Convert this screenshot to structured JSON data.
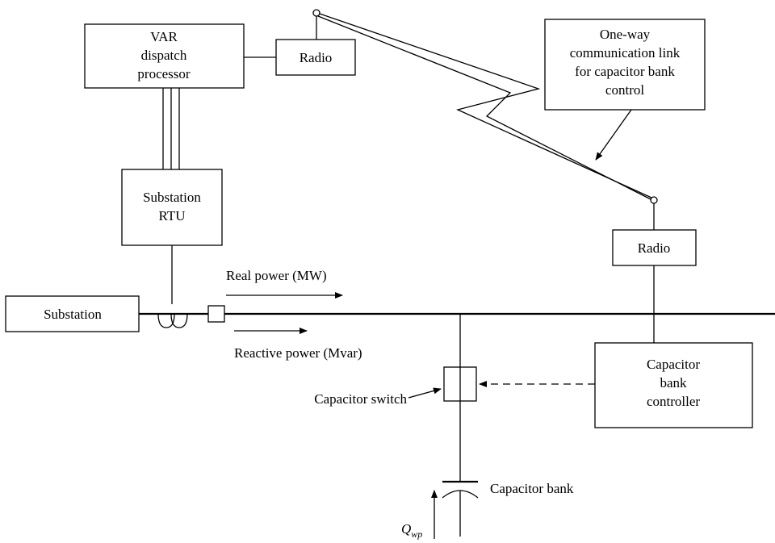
{
  "labels": {
    "var_processor": [
      "VAR",
      "dispatch",
      "processor"
    ],
    "radio_top": "Radio",
    "comm_link": [
      "One-way",
      "communication link",
      "for capacitor bank",
      "control"
    ],
    "rtu": [
      "Substation",
      "RTU"
    ],
    "radio_right": "Radio",
    "substation": "Substation",
    "real_power": "Real power (MW)",
    "reactive_power": "Reactive power (Mvar)",
    "cap_controller": [
      "Capacitor",
      "bank",
      "controller"
    ],
    "cap_switch": "Capacitor switch",
    "cap_bank": "Capacitor bank",
    "q_main": "Q",
    "q_sub": "wp"
  }
}
